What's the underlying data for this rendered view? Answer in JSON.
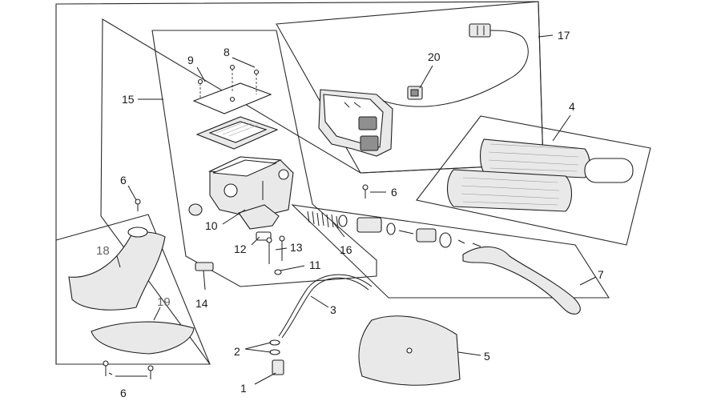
{
  "diagram": {
    "callouts": [
      {
        "id": "c1",
        "label": "1"
      },
      {
        "id": "c2",
        "label": "2"
      },
      {
        "id": "c3",
        "label": "3"
      },
      {
        "id": "c4",
        "label": "4"
      },
      {
        "id": "c5",
        "label": "5"
      },
      {
        "id": "c6a",
        "label": "6"
      },
      {
        "id": "c6b",
        "label": "6"
      },
      {
        "id": "c6c",
        "label": "6"
      },
      {
        "id": "c7",
        "label": "7"
      },
      {
        "id": "c8",
        "label": "8"
      },
      {
        "id": "c9",
        "label": "9"
      },
      {
        "id": "c10",
        "label": "10"
      },
      {
        "id": "c11",
        "label": "11"
      },
      {
        "id": "c12",
        "label": "12"
      },
      {
        "id": "c13",
        "label": "13"
      },
      {
        "id": "c14",
        "label": "14"
      },
      {
        "id": "c15",
        "label": "15"
      },
      {
        "id": "c16",
        "label": "16"
      },
      {
        "id": "c17",
        "label": "17"
      },
      {
        "id": "c18",
        "label": "18"
      },
      {
        "id": "c19",
        "label": "19"
      },
      {
        "id": "c20",
        "label": "20"
      }
    ],
    "colors": {
      "ink": "#1e1e1e",
      "gray_label": "#666666",
      "light_fill": "#e9e9e9",
      "dark_fill": "#8f8f8f"
    }
  }
}
